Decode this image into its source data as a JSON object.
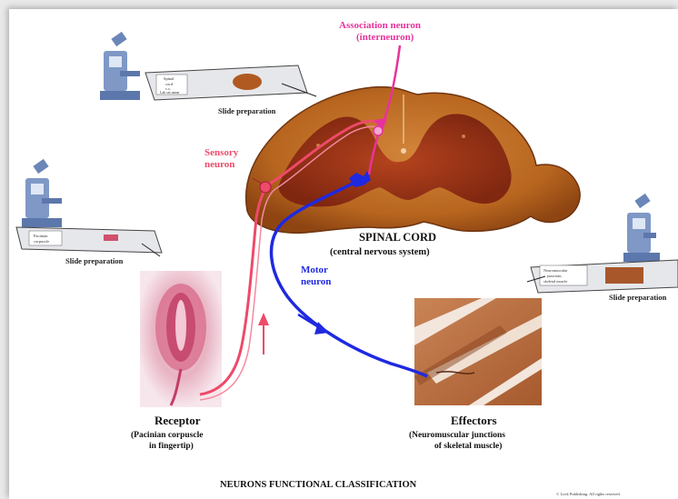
{
  "labels": {
    "association_neuron": "Association neuron",
    "association_neuron_sub": "(interneuron)",
    "sensory_neuron_1": "Sensory",
    "sensory_neuron_2": "neuron",
    "motor_neuron_1": "Motor",
    "motor_neuron_2": "neuron",
    "spinal_cord": "SPINAL CORD",
    "spinal_cord_sub": "(central nervous system)",
    "receptor": "Receptor",
    "receptor_sub_1": "(Pacinian corpuscle",
    "receptor_sub_2": "in fingertip)",
    "effectors": "Effectors",
    "effectors_sub_1": "(Neuromuscular junctions",
    "effectors_sub_2": "of skeletal muscle)",
    "slide_prep_1": "Slide preparation",
    "slide_prep_2": "Slide preparation",
    "slide_prep_3": "Slide preparation",
    "slide1_tag_1": "Spinal",
    "slide1_tag_2": "cord",
    "slide1_tag_3": "c.s.",
    "slide1_tag_4": "Lab set name",
    "slide2_tag_1": "Pacinian",
    "slide2_tag_2": "corpuscle",
    "slide3_tag_1": "Neuromuscular",
    "slide3_tag_2": "junctions",
    "slide3_tag_3": "skeletal muscle",
    "title": "NEURONS FUNCTIONAL CLASSIFICATION",
    "copyright": "© Lock Publishing. All rights reserved."
  },
  "colors": {
    "association": "#e8329b",
    "sensory": "#ee4a6a",
    "motor": "#1f29e0",
    "cord_tissue": "#b8661f",
    "gray_matter": "#9c2e14"
  },
  "icons": [
    "microscope-icon",
    "slide-icon",
    "arrow-up-icon",
    "arrow-down-right-icon"
  ]
}
